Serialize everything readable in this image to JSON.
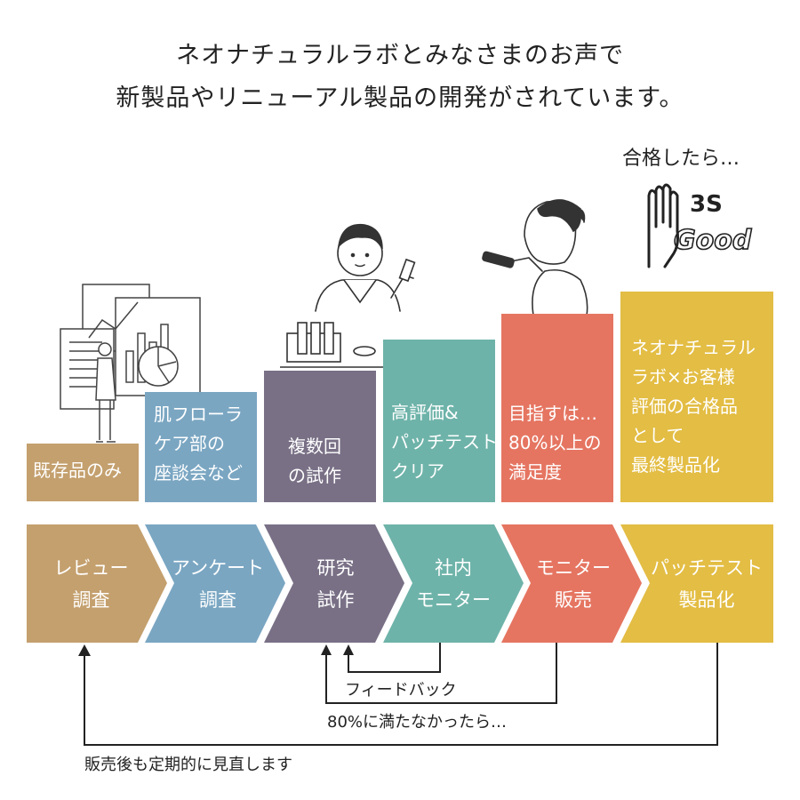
{
  "headline": {
    "line1": "ネオナチュラルラボとみなさまのお声で",
    "line2": "新製品やリニューアル製品の開発がされています。"
  },
  "pass_label": "合格したら…",
  "logo": {
    "text_top": "3S",
    "text_bottom": "Good"
  },
  "colors": {
    "brown": "#c4a06e",
    "blue": "#7aa6c2",
    "purple": "#797086",
    "teal": "#6eb3a9",
    "coral": "#e57561",
    "yellow": "#e3bd44"
  },
  "stage_bars": [
    {
      "lines": [
        "既存品のみ"
      ]
    },
    {
      "lines": [
        "肌フローラ",
        "ケア部の",
        "座談会など"
      ]
    },
    {
      "lines": [
        "複数回",
        "の試作"
      ]
    },
    {
      "lines": [
        "高評価&",
        "パッチテスト",
        "クリア"
      ]
    },
    {
      "lines": [
        "目指すは…",
        "80%以上の",
        "満足度"
      ]
    },
    {
      "lines": [
        "ネオナチュラル",
        "ラボ×お客様",
        "評価の合格品",
        "として",
        "最終製品化"
      ]
    }
  ],
  "process_steps": [
    {
      "lines": [
        "レビュー",
        "調査"
      ]
    },
    {
      "lines": [
        "アンケート",
        "調査"
      ]
    },
    {
      "lines": [
        "研究",
        "試作"
      ]
    },
    {
      "lines": [
        "社内",
        "モニター"
      ]
    },
    {
      "lines": [
        "モニター",
        "販売"
      ]
    },
    {
      "lines": [
        "パッチテスト",
        "製品化"
      ]
    }
  ],
  "feedback": {
    "label1": "フィードバック",
    "label2": "80%に満たなかったら…",
    "label3": "販売後も定期的に見直します"
  },
  "icons": [
    "review-illustration-icon",
    "researcher-illustration-icon",
    "woman-smartphone-illustration-icon",
    "hand-logo-icon",
    "arrow-up-icon"
  ]
}
